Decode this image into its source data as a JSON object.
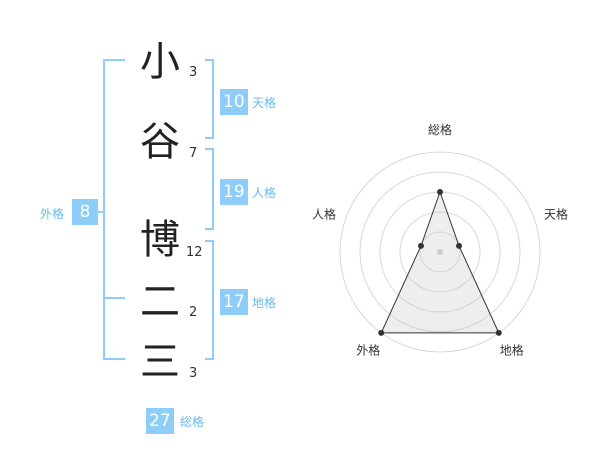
{
  "colors": {
    "accent": "#8ecdf7",
    "label": "#6bb8ec",
    "char": "#222222"
  },
  "name": {
    "chars": [
      {
        "char": "小",
        "strokes": "3"
      },
      {
        "char": "谷",
        "strokes": "7"
      },
      {
        "char": "博",
        "strokes": "12"
      },
      {
        "char": "二",
        "strokes": "2"
      },
      {
        "char": "三",
        "strokes": "3"
      }
    ]
  },
  "fortune": {
    "tenkaku": {
      "value": "10",
      "label": "天格"
    },
    "jinkaku": {
      "value": "19",
      "label": "人格"
    },
    "chikaku": {
      "value": "17",
      "label": "地格"
    },
    "gaikaku": {
      "value": "8",
      "label": "外格"
    },
    "soukaku": {
      "value": "27",
      "label": "総格"
    }
  },
  "chart_data": {
    "type": "radar",
    "axes": [
      "総格",
      "天格",
      "地格",
      "外格",
      "人格"
    ],
    "values": [
      3,
      1,
      5,
      5,
      1
    ],
    "max": 5,
    "rings": 5
  }
}
